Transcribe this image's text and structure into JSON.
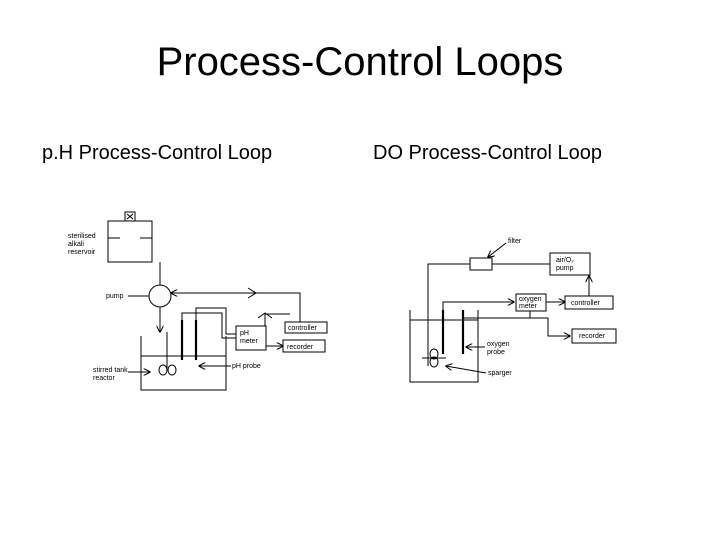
{
  "slide": {
    "title": "Process-Control Loops",
    "left_heading": "p.H Process-Control Loop",
    "right_heading": "DO Process-Control Loop"
  },
  "ph_diagram": {
    "reservoir_label": [
      "sterilised",
      "alkali",
      "reservoir"
    ],
    "pump_label": "pump",
    "meter_label": [
      "pH",
      "meter"
    ],
    "controller_label": "controller",
    "recorder_label": "recorder",
    "reactor_label": [
      "stirred tank",
      "reactor"
    ],
    "probe_label": "pH probe"
  },
  "do_diagram": {
    "filter_label": "filter",
    "pump_label": [
      "air/O₂",
      "pump"
    ],
    "meter_label": [
      "oxygen",
      "meter"
    ],
    "controller_label": "controller",
    "recorder_label": "recorder",
    "probe_label": [
      "oxygen",
      "probe"
    ],
    "sparger_label": "sparger"
  }
}
